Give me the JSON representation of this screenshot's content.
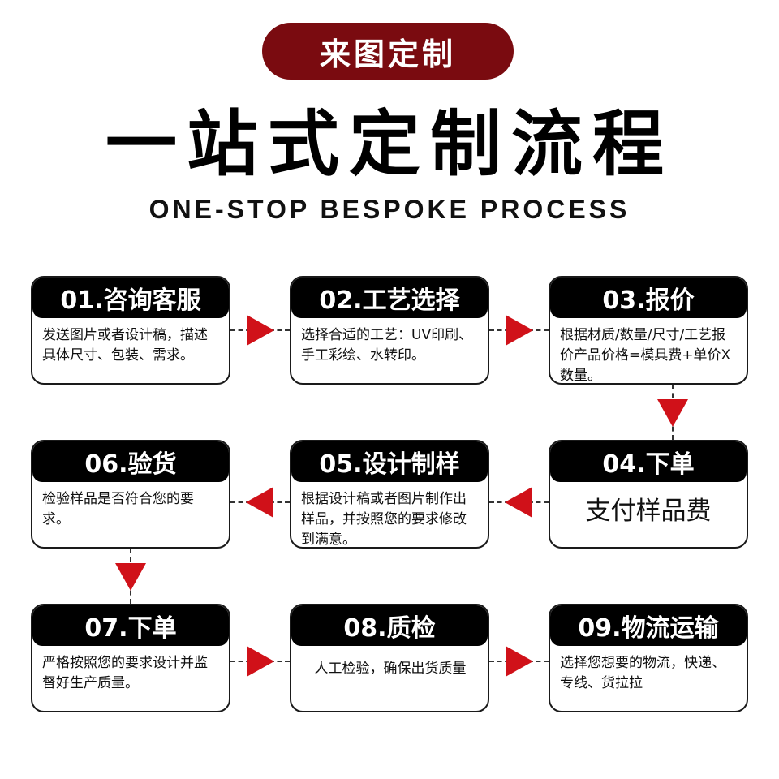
{
  "header": {
    "badge": "来图定制",
    "title": "一站式定制流程",
    "subtitle": "ONE-STOP BESPOKE PROCESS"
  },
  "colors": {
    "badge_bg": "#7a0b10",
    "arrow": "#d01119",
    "header_bg": "#000000"
  },
  "steps": [
    {
      "title": "01.咨询客服",
      "desc": "发送图片或者设计稿，描述具体尺寸、包装、需求。"
    },
    {
      "title": "02.工艺选择",
      "desc": "选择合适的工艺：UV印刷、手工彩绘、水转印。"
    },
    {
      "title": "03.报价",
      "desc": "根据材质/数量/尺寸/工艺报价产品价格=模具费+单价X数量。"
    },
    {
      "title": "04.下单",
      "desc": "支付样品费"
    },
    {
      "title": "05.设计制样",
      "desc": "根据设计稿或者图片制作出样品，并按照您的要求修改到满意。"
    },
    {
      "title": "06.验货",
      "desc": "检验样品是否符合您的要求。"
    },
    {
      "title": "07.下单",
      "desc": "严格按照您的要求设计并监督好生产质量。"
    },
    {
      "title": "08.质检",
      "desc": "人工检验，确保出货质量"
    },
    {
      "title": "09.物流运输",
      "desc": "选择您想要的物流，快递、专线、货拉拉"
    }
  ]
}
